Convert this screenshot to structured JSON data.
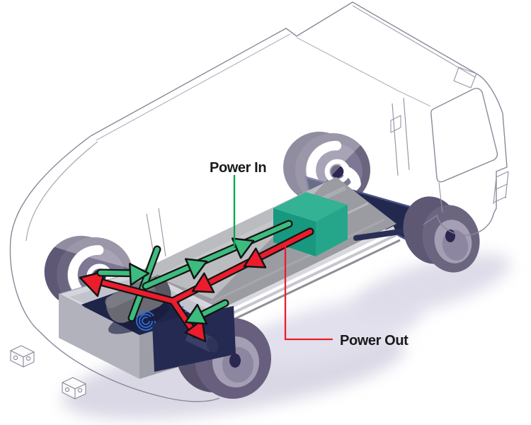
{
  "diagram": {
    "labels": {
      "power_in": "Power In",
      "power_out": "Power Out"
    },
    "components": {
      "vehicle": "truck-outline",
      "energy_storage": "battery-box",
      "drive_unit": "motor-generator",
      "flow_in": "power-in-arrows",
      "flow_out": "power-out-arrows"
    },
    "colors": {
      "power_in_green": "#00A651",
      "power_in_arrow": "#3CBC7E",
      "power_out_red": "#EC1C2D",
      "battery_top": "#34B294",
      "battery_left": "#17987F",
      "battery_right": "#25A68B",
      "chassis_navy": "#23284E",
      "deck_gray": "#9B9CA1",
      "wheel_purple": "#6C657F",
      "outline_gray": "#8E8799",
      "label_text": "#1A1A1A",
      "shadow_lavender": "#DAD8E5"
    }
  }
}
